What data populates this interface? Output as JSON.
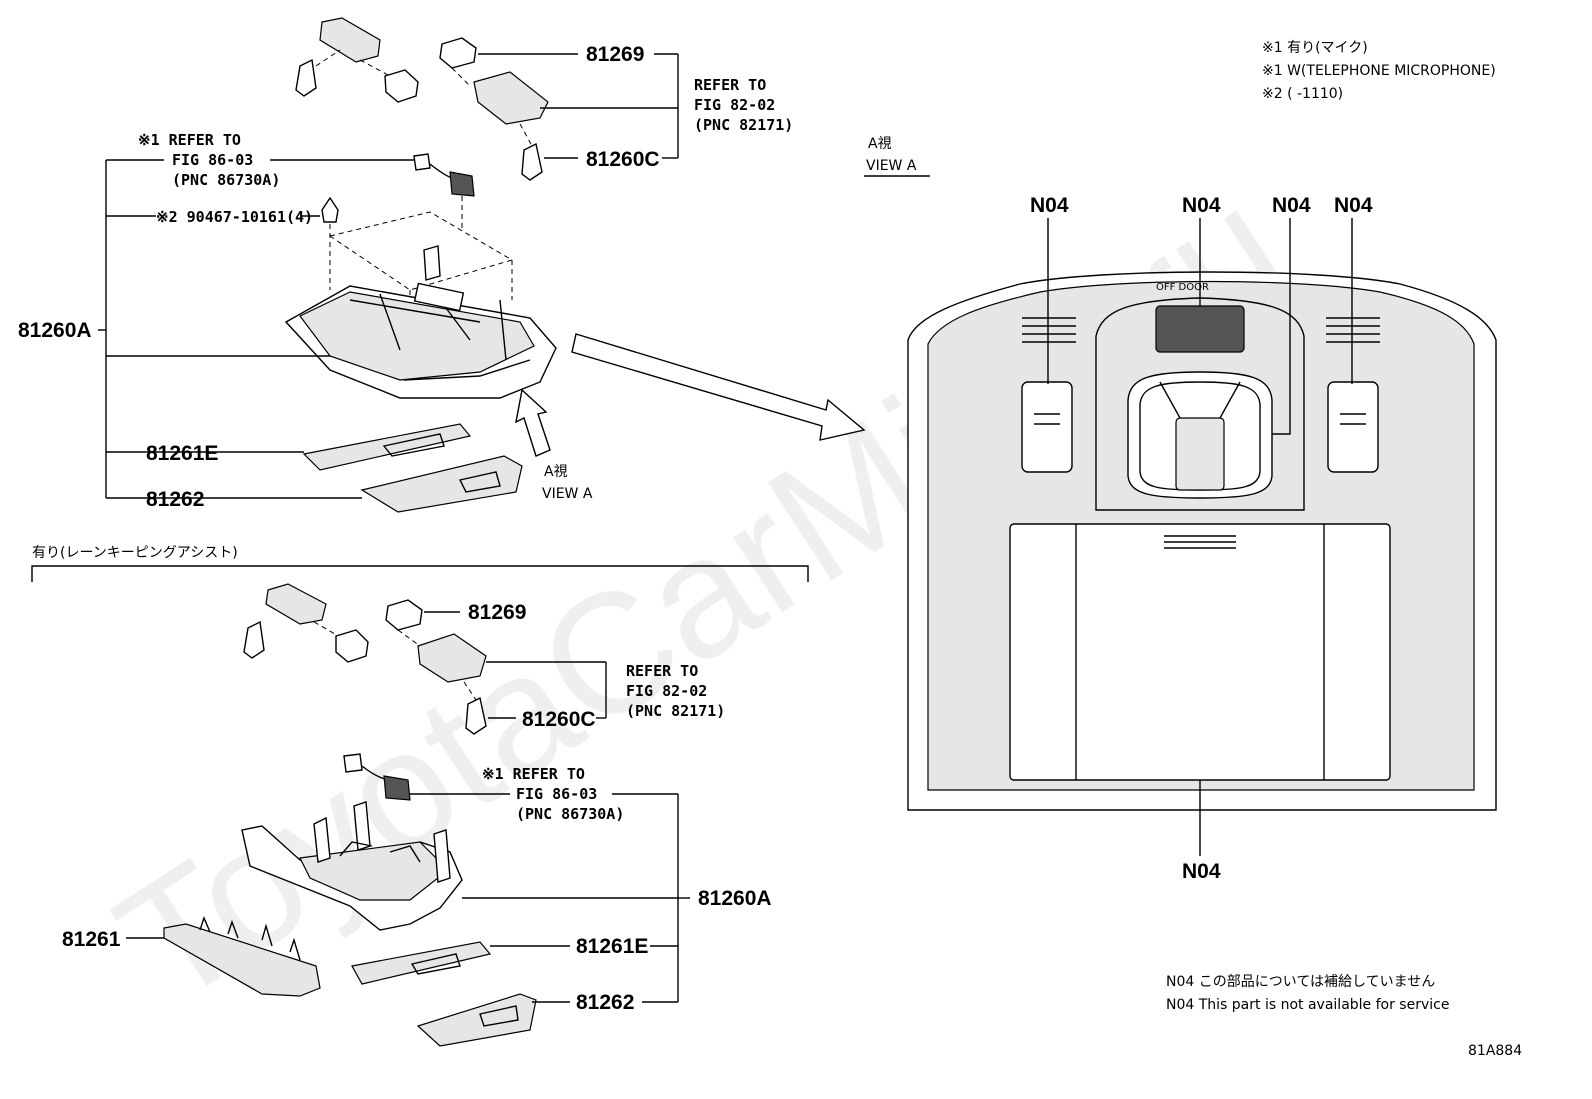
{
  "watermark": "ToyotaCarMine.ru",
  "header_notes": [
    "※1 有り(マイク)",
    "※1 W(TELEPHONE MICROPHONE)",
    "※2 (      -1110)"
  ],
  "view_a_label": {
    "jp": "A視",
    "en": "VIEW A"
  },
  "upper_group": {
    "refer_82": [
      "REFER TO",
      "FIG 82-02",
      "(PNC 82171)"
    ],
    "refer_86": [
      "※1 REFER TO",
      "FIG 86-03",
      "(PNC 86730A)"
    ],
    "clip_part": "※2 90467-10161(4)",
    "labels": {
      "p81269": "81269",
      "p81260C": "81260C",
      "p81260A": "81260A",
      "p81261E": "81261E",
      "p81262": "81262"
    },
    "view_arrow_label": {
      "jp": "A視",
      "en": "VIEW A"
    }
  },
  "lower_group": {
    "heading": "有り(レーンキーピングアシスト)",
    "refer_82": [
      "REFER TO",
      "FIG 82-02",
      "(PNC 82171)"
    ],
    "refer_86": [
      "※1 REFER TO",
      "FIG 86-03",
      "(PNC 86730A)"
    ],
    "labels": {
      "p81269": "81269",
      "p81260C": "81260C",
      "p81260A": "81260A",
      "p81261": "81261",
      "p81261E": "81261E",
      "p81262": "81262"
    }
  },
  "view_a": {
    "top_labels": [
      "N04",
      "N04",
      "N04",
      "N04"
    ],
    "bottom_label": "N04",
    "switch_text": "OFF  DOOR"
  },
  "footer": {
    "note_jp": "N04 この部品については補給していません",
    "note_en": "N04 This part is not available for service",
    "figure_code": "81A884"
  }
}
